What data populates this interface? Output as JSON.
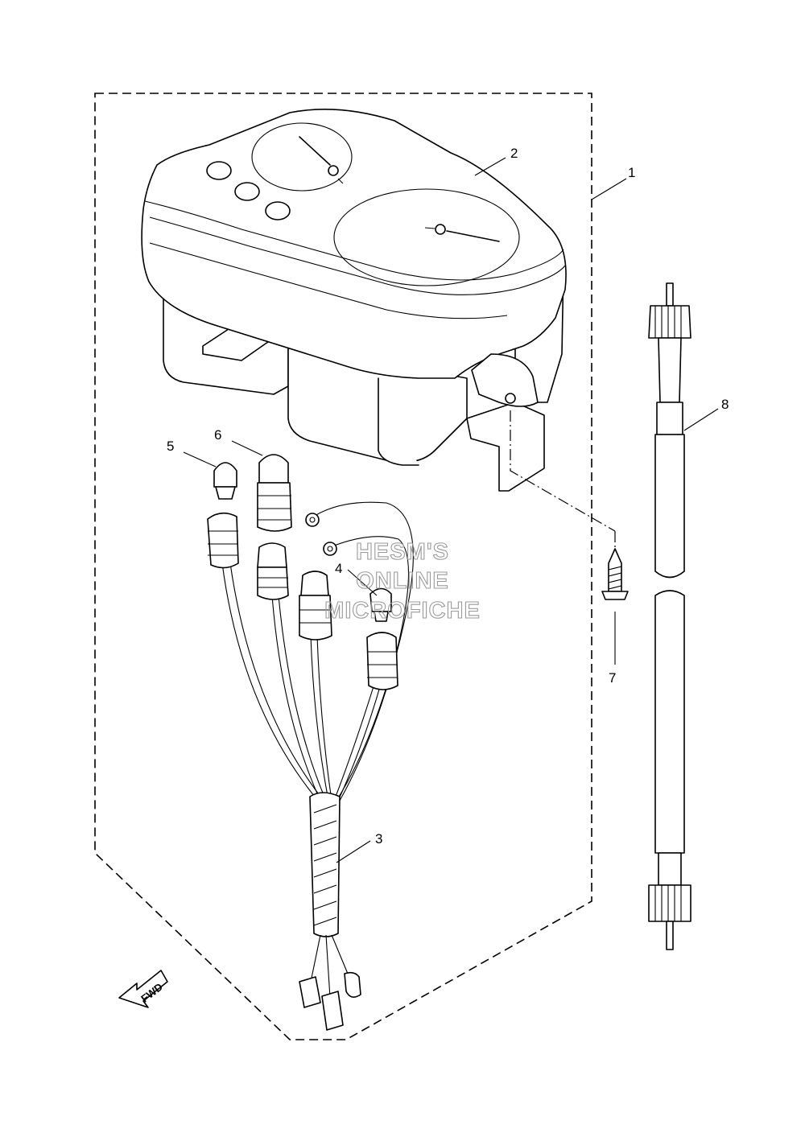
{
  "callouts": [
    {
      "label": "1"
    },
    {
      "label": "2"
    },
    {
      "label": "3"
    },
    {
      "label": "4"
    },
    {
      "label": "5"
    },
    {
      "label": "6"
    },
    {
      "label": "7"
    },
    {
      "label": "8"
    }
  ],
  "direction_marker": {
    "label": "FWD",
    "icon": "forward-arrow-icon"
  },
  "watermark": {
    "line1": "HESM'S",
    "line2": "ONLINE",
    "line3": "MICROFICHE"
  }
}
